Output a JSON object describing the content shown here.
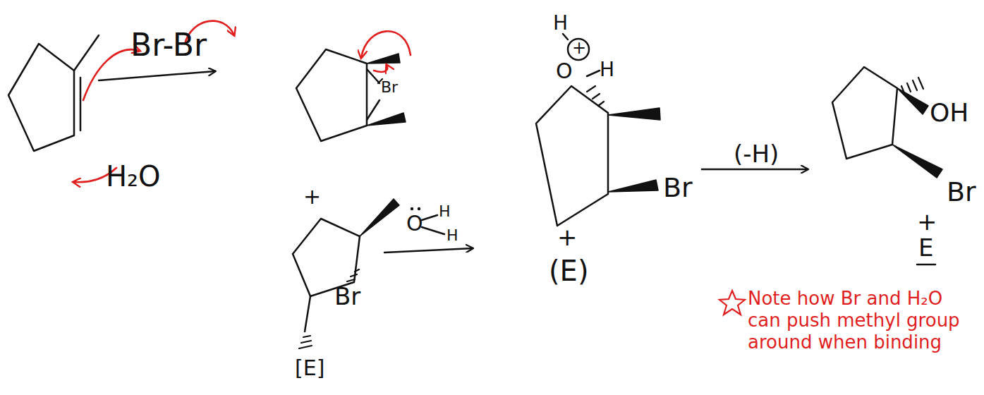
{
  "diagram": {
    "labels": [
      "Br-Br",
      "H₂O",
      "Br",
      "+",
      "O",
      "H",
      "H",
      "Br",
      "[E]",
      "H",
      "+",
      "O",
      "H",
      "Br",
      "+",
      "(E)",
      "(-H)",
      "OH",
      "Br",
      "+",
      "E",
      "Note how Br and H₂O can push methyl group around when binding"
    ]
  }
}
